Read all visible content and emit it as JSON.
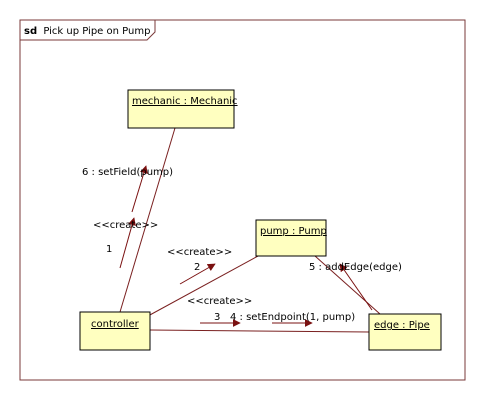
{
  "frame": {
    "keyword": "sd",
    "title": "Pick up Pipe on Pump"
  },
  "objects": {
    "mechanic": "mechanic : Mechanic",
    "pump": "pump : Pump",
    "controller": "controller",
    "edge": "edge : Pipe"
  },
  "messages": {
    "m1_num": "1",
    "m1_stereo": "<<create>>",
    "m2_num": "2",
    "m2_stereo": "<<create>>",
    "m3_num": "3",
    "m3_stereo": "<<create>>",
    "m4": "4 : setEndpoint(1, pump)",
    "m5": "5 : addEdge(edge)",
    "m6": "6 : setField(pump)"
  },
  "colors": {
    "object_fill": "#ffffc0",
    "object_border": "#000000",
    "link": "#7a2020",
    "arrow": "#7a1010",
    "frame_border": "#7a3a3a"
  }
}
